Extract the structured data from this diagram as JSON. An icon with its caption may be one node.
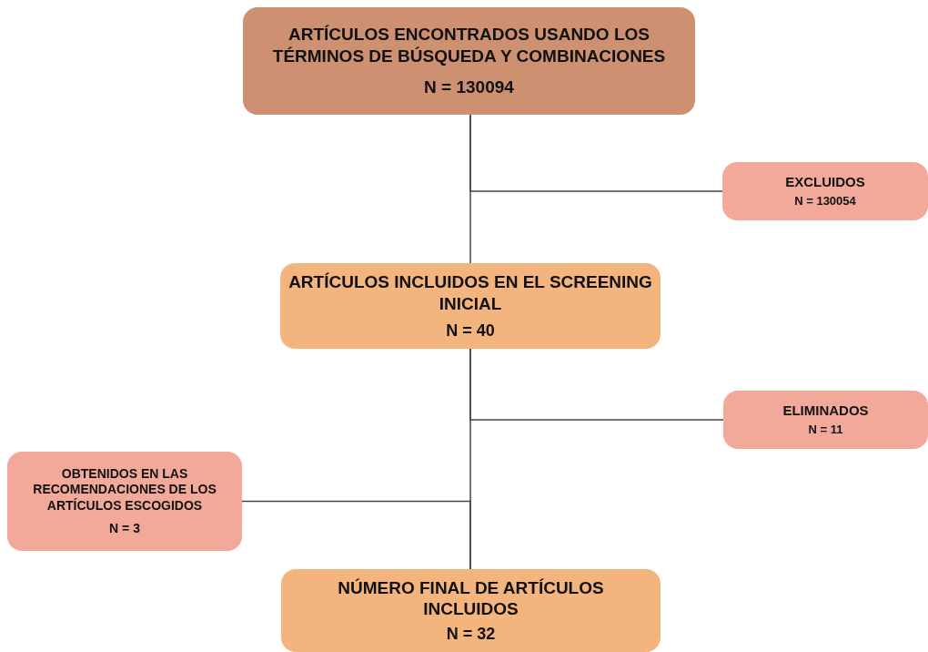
{
  "diagram": {
    "nodes": [
      {
        "text": [
          "ARTÍCULOS ENCONTRADOS USANDO LOS TÉRMINOS DE BÚSQUEDA Y COMBINACIONES",
          "N = 130094"
        ]
      },
      {
        "text": [
          "EXCLUIDOS",
          "N = 130054"
        ]
      },
      {
        "text": [
          "ARTÍCULOS INCLUIDOS EN EL SCREENING INICIAL",
          "N = 40"
        ]
      },
      {
        "text": [
          "ELIMINADOS",
          "N = 11"
        ]
      },
      {
        "text": [
          "OBTENIDOS EN LAS RECOMENDACIONES DE LOS ARTÍCULOS ESCOGIDOS",
          "N = 3"
        ]
      },
      {
        "text": [
          "NÚMERO FINAL DE ARTÍCULOS INCLUIDOS",
          "N = 32"
        ]
      }
    ],
    "edges": [
      {
        "from": 0,
        "to": 2,
        "arrow": "none"
      },
      {
        "from": 0,
        "to": 1,
        "arrow": "none"
      },
      {
        "from": 2,
        "to": 5,
        "arrow": "none"
      },
      {
        "from": 2,
        "to": 3,
        "arrow": "none"
      },
      {
        "from": 4,
        "to": 5,
        "arrow": "none"
      }
    ]
  }
}
